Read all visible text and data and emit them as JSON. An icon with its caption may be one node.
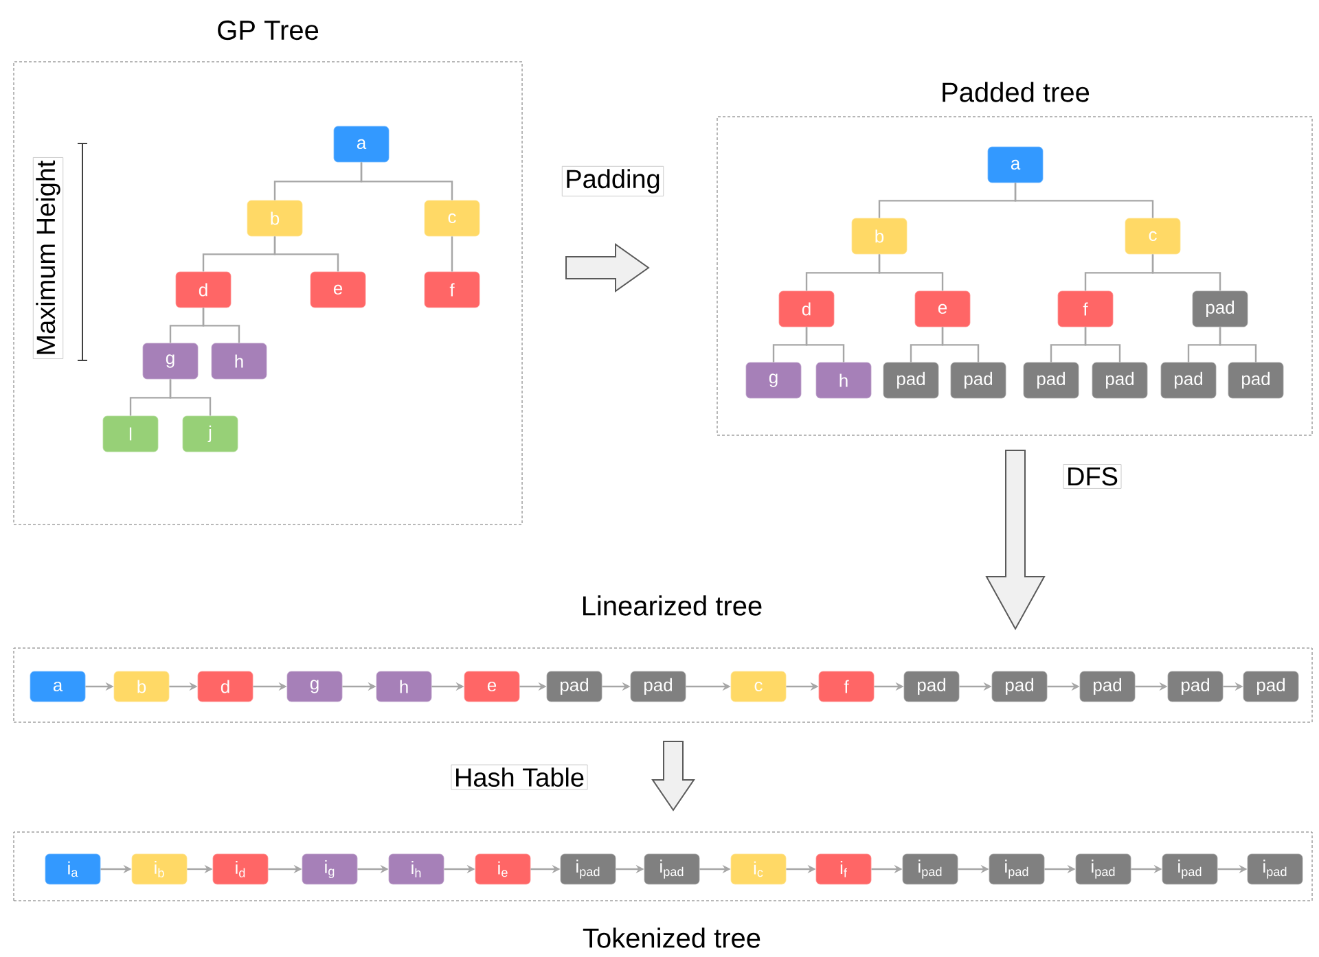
{
  "diagram": {
    "nodes": [
      {
        "text": [
          "GP Tree"
        ]
      },
      {
        "text": [
          "a"
        ],
        "in": 0
      },
      {
        "text": [
          "b"
        ],
        "in": 0
      },
      {
        "text": [
          "c"
        ],
        "in": 0
      },
      {
        "text": [
          "d"
        ],
        "in": 0
      },
      {
        "text": [
          "e"
        ],
        "in": 0
      },
      {
        "text": [
          "f"
        ],
        "in": 0
      },
      {
        "text": [
          "g"
        ],
        "in": 0
      },
      {
        "text": [
          "h"
        ],
        "in": 0
      },
      {
        "text": [
          "l"
        ],
        "in": 0
      },
      {
        "text": [
          "j"
        ],
        "in": 0
      },
      {
        "text": [
          "Padded tree"
        ]
      },
      {
        "text": [
          "a"
        ],
        "in": 11
      },
      {
        "text": [
          "b"
        ],
        "in": 11
      },
      {
        "text": [
          "c"
        ],
        "in": 11
      },
      {
        "text": [
          "d"
        ],
        "in": 11
      },
      {
        "text": [
          "e"
        ],
        "in": 11
      },
      {
        "text": [
          "f"
        ],
        "in": 11
      },
      {
        "text": [
          "pad"
        ],
        "in": 11
      },
      {
        "text": [
          "g"
        ],
        "in": 11
      },
      {
        "text": [
          "h"
        ],
        "in": 11
      },
      {
        "text": [
          "pad"
        ],
        "in": 11
      },
      {
        "text": [
          "pad"
        ],
        "in": 11
      },
      {
        "text": [
          "pad"
        ],
        "in": 11
      },
      {
        "text": [
          "pad"
        ],
        "in": 11
      },
      {
        "text": [
          "pad"
        ],
        "in": 11
      },
      {
        "text": [
          "pad"
        ],
        "in": 11
      },
      {
        "text": [
          "Linearized tree"
        ]
      },
      {
        "text": [
          "a"
        ],
        "in": 27
      },
      {
        "text": [
          "b"
        ],
        "in": 27
      },
      {
        "text": [
          "d"
        ],
        "in": 27
      },
      {
        "text": [
          "g"
        ],
        "in": 27
      },
      {
        "text": [
          "h"
        ],
        "in": 27
      },
      {
        "text": [
          "e"
        ],
        "in": 27
      },
      {
        "text": [
          "pad"
        ],
        "in": 27
      },
      {
        "text": [
          "pad"
        ],
        "in": 27
      },
      {
        "text": [
          "c"
        ],
        "in": 27
      },
      {
        "text": [
          "f"
        ],
        "in": 27
      },
      {
        "text": [
          "pad"
        ],
        "in": 27
      },
      {
        "text": [
          "pad"
        ],
        "in": 27
      },
      {
        "text": [
          "pad"
        ],
        "in": 27
      },
      {
        "text": [
          "pad"
        ],
        "in": 27
      },
      {
        "text": [
          "pad"
        ],
        "in": 27
      },
      {
        "text": [
          "Tokenized tree"
        ]
      },
      {
        "text": [
          "i$_{a}$"
        ],
        "in": 43
      },
      {
        "text": [
          "i$_{b}$"
        ],
        "in": 43
      },
      {
        "text": [
          "i$_{d}$"
        ],
        "in": 43
      },
      {
        "text": [
          "i$_{g}$"
        ],
        "in": 43
      },
      {
        "text": [
          "i$_{h}$"
        ],
        "in": 43
      },
      {
        "text": [
          "i$_{e}$"
        ],
        "in": 43
      },
      {
        "text": [
          "i$_{pad}$"
        ],
        "in": 43
      },
      {
        "text": [
          "i$_{pad}$"
        ],
        "in": 43
      },
      {
        "text": [
          "i$_{c}$"
        ],
        "in": 43
      },
      {
        "text": [
          "i$_{f}$"
        ],
        "in": 43
      },
      {
        "text": [
          "i$_{pad}$"
        ],
        "in": 43
      },
      {
        "text": [
          "i$_{pad}$"
        ],
        "in": 43
      },
      {
        "text": [
          "i$_{pad}$"
        ],
        "in": 43
      },
      {
        "text": [
          "i$_{pad}$"
        ],
        "in": 43
      },
      {
        "text": [
          "i$_{pad}$"
        ],
        "in": 43
      }
    ],
    "edges": [
      {
        "from": 1,
        "to": 2,
        "arrow": "none"
      },
      {
        "from": 1,
        "to": 3,
        "arrow": "none"
      },
      {
        "from": 2,
        "to": 4,
        "arrow": "none"
      },
      {
        "from": 2,
        "to": 5,
        "arrow": "none"
      },
      {
        "from": 3,
        "to": 6,
        "arrow": "none"
      },
      {
        "from": 4,
        "to": 7,
        "arrow": "none"
      },
      {
        "from": 4,
        "to": 8,
        "arrow": "none"
      },
      {
        "from": 7,
        "to": 9,
        "arrow": "none"
      },
      {
        "from": 7,
        "to": 10,
        "arrow": "none"
      },
      {
        "from": 12,
        "to": 13,
        "arrow": "none"
      },
      {
        "from": 12,
        "to": 14,
        "arrow": "none"
      },
      {
        "from": 13,
        "to": 15,
        "arrow": "none"
      },
      {
        "from": 13,
        "to": 16,
        "arrow": "none"
      },
      {
        "from": 14,
        "to": 17,
        "arrow": "none"
      },
      {
        "from": 14,
        "to": 18,
        "arrow": "none"
      },
      {
        "from": 15,
        "to": 19,
        "arrow": "none"
      },
      {
        "from": 15,
        "to": 20,
        "arrow": "none"
      },
      {
        "from": 16,
        "to": 21,
        "arrow": "none"
      },
      {
        "from": 16,
        "to": 22,
        "arrow": "none"
      },
      {
        "from": 17,
        "to": 23,
        "arrow": "none"
      },
      {
        "from": 17,
        "to": 24,
        "arrow": "none"
      },
      {
        "from": 18,
        "to": 25,
        "arrow": "none"
      },
      {
        "from": 18,
        "to": 26,
        "arrow": "none"
      },
      {
        "from": 28,
        "to": 29,
        "arrow": "to"
      },
      {
        "from": 29,
        "to": 30,
        "arrow": "to"
      },
      {
        "from": 30,
        "to": 31,
        "arrow": "to"
      },
      {
        "from": 31,
        "to": 32,
        "arrow": "to"
      },
      {
        "from": 32,
        "to": 33,
        "arrow": "to"
      },
      {
        "from": 33,
        "to": 34,
        "arrow": "to"
      },
      {
        "from": 34,
        "to": 35,
        "arrow": "to"
      },
      {
        "from": 35,
        "to": 36,
        "arrow": "to"
      },
      {
        "from": 36,
        "to": 37,
        "arrow": "to"
      },
      {
        "from": 37,
        "to": 38,
        "arrow": "to"
      },
      {
        "from": 38,
        "to": 39,
        "arrow": "to"
      },
      {
        "from": 39,
        "to": 40,
        "arrow": "to"
      },
      {
        "from": 40,
        "to": 41,
        "arrow": "to"
      },
      {
        "from": 41,
        "to": 42,
        "arrow": "to"
      },
      {
        "from": 44,
        "to": 45,
        "arrow": "to"
      },
      {
        "from": 45,
        "to": 46,
        "arrow": "to"
      },
      {
        "from": 46,
        "to": 47,
        "arrow": "to"
      },
      {
        "from": 47,
        "to": 48,
        "arrow": "to"
      },
      {
        "from": 48,
        "to": 49,
        "arrow": "to"
      },
      {
        "from": 49,
        "to": 50,
        "arrow": "to"
      },
      {
        "from": 50,
        "to": 51,
        "arrow": "to"
      },
      {
        "from": 51,
        "to": 52,
        "arrow": "to"
      },
      {
        "from": 52,
        "to": 53,
        "arrow": "to"
      },
      {
        "from": 53,
        "to": 54,
        "arrow": "to"
      },
      {
        "from": 54,
        "to": 55,
        "arrow": "to"
      },
      {
        "from": 55,
        "to": 56,
        "arrow": "to"
      },
      {
        "from": 56,
        "to": 57,
        "arrow": "to"
      },
      {
        "from": 57,
        "to": 58,
        "arrow": "to"
      },
      {
        "from": 0,
        "to": 11,
        "arrow": "to",
        "label": "Padding",
        "style": "thick"
      },
      {
        "from": 11,
        "to": 27,
        "arrow": "to",
        "label": "DFS",
        "style": "thick"
      },
      {
        "from": 27,
        "to": 43,
        "arrow": "to",
        "label": "Hash Table",
        "style": "thick"
      }
    ],
    "labels": [
      "Maximum Height"
    ]
  }
}
